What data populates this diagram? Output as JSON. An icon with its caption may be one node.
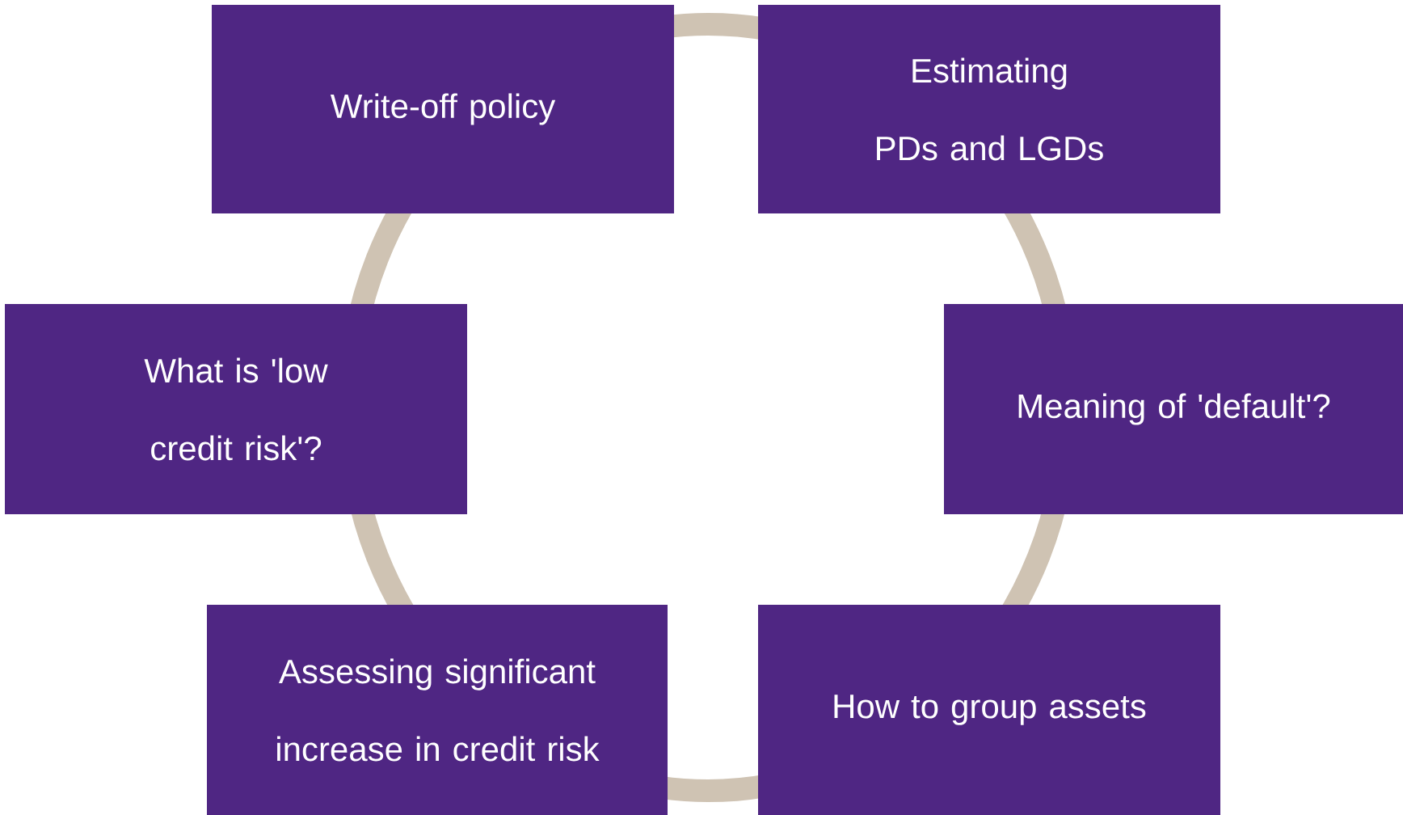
{
  "diagram": {
    "nodes": [
      {
        "text": [
          "Write-off policy"
        ]
      },
      {
        "text": [
          "Estimating PDs and LGDs"
        ]
      },
      {
        "text": [
          "What is 'low credit risk'?"
        ]
      },
      {
        "text": [
          "Meaning of 'default'?"
        ]
      },
      {
        "text": [
          "Assessing significant increase in credit risk"
        ]
      },
      {
        "text": [
          "How to group assets"
        ]
      }
    ]
  }
}
